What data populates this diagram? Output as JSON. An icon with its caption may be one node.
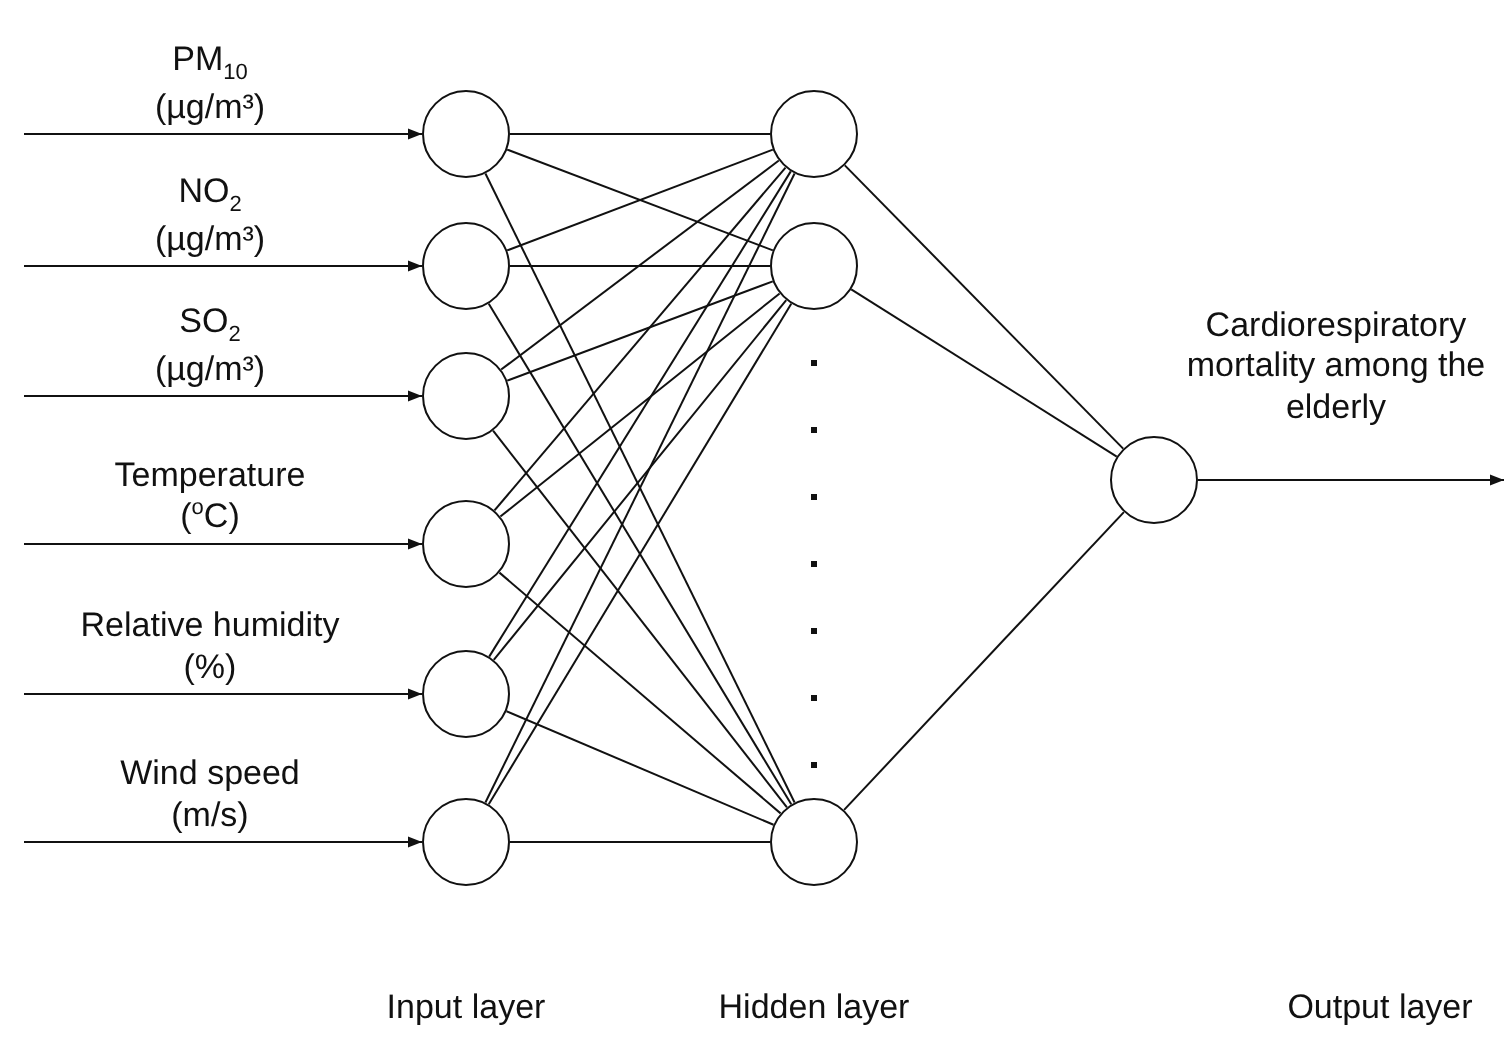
{
  "diagram": {
    "nodes": [
      {
        "text": [],
        "shape": "circle"
      },
      {
        "text": [],
        "shape": "circle"
      },
      {
        "text": [],
        "shape": "circle"
      },
      {
        "text": [],
        "shape": "circle"
      },
      {
        "text": [],
        "shape": "circle"
      },
      {
        "text": [],
        "shape": "circle"
      },
      {
        "text": [],
        "shape": "circle"
      },
      {
        "text": [],
        "shape": "circle"
      },
      {
        "text": [],
        "shape": "circle"
      },
      {
        "text": [],
        "shape": "circle"
      }
    ],
    "edges": [
      {
        "from": null,
        "to": 0,
        "arrow": "to",
        "label": "PM$_{10}$ (µg/m³)"
      },
      {
        "from": null,
        "to": 1,
        "arrow": "to",
        "label": "NO$_{2}$ (µg/m³)"
      },
      {
        "from": null,
        "to": 2,
        "arrow": "to",
        "label": "SO$_{2}$ (µg/m³)"
      },
      {
        "from": null,
        "to": 3,
        "arrow": "to",
        "label": "Temperature ($^{o}$C)"
      },
      {
        "from": null,
        "to": 4,
        "arrow": "to",
        "label": "Relative humidity (%)"
      },
      {
        "from": null,
        "to": 5,
        "arrow": "to",
        "label": "Wind speed (m/s)"
      },
      {
        "from": 0,
        "to": 6,
        "arrow": "none"
      },
      {
        "from": 0,
        "to": 7,
        "arrow": "none"
      },
      {
        "from": 0,
        "to": 8,
        "arrow": "none"
      },
      {
        "from": 1,
        "to": 6,
        "arrow": "none"
      },
      {
        "from": 1,
        "to": 7,
        "arrow": "none"
      },
      {
        "from": 1,
        "to": 8,
        "arrow": "none"
      },
      {
        "from": 2,
        "to": 6,
        "arrow": "none"
      },
      {
        "from": 2,
        "to": 7,
        "arrow": "none"
      },
      {
        "from": 2,
        "to": 8,
        "arrow": "none"
      },
      {
        "from": 3,
        "to": 6,
        "arrow": "none"
      },
      {
        "from": 3,
        "to": 7,
        "arrow": "none"
      },
      {
        "from": 3,
        "to": 8,
        "arrow": "none"
      },
      {
        "from": 4,
        "to": 6,
        "arrow": "none"
      },
      {
        "from": 4,
        "to": 7,
        "arrow": "none"
      },
      {
        "from": 4,
        "to": 8,
        "arrow": "none"
      },
      {
        "from": 5,
        "to": 6,
        "arrow": "none"
      },
      {
        "from": 5,
        "to": 7,
        "arrow": "none"
      },
      {
        "from": 5,
        "to": 8,
        "arrow": "none"
      },
      {
        "from": 6,
        "to": 9,
        "arrow": "none"
      },
      {
        "from": 7,
        "to": 9,
        "arrow": "none"
      },
      {
        "from": 8,
        "to": 9,
        "arrow": "none"
      },
      {
        "from": 9,
        "to": null,
        "arrow": "to",
        "label": "Cardiorespiratory mortality among the elderly"
      }
    ],
    "labels": [
      "Input layer",
      "Hidden layer",
      "Output layer"
    ]
  }
}
